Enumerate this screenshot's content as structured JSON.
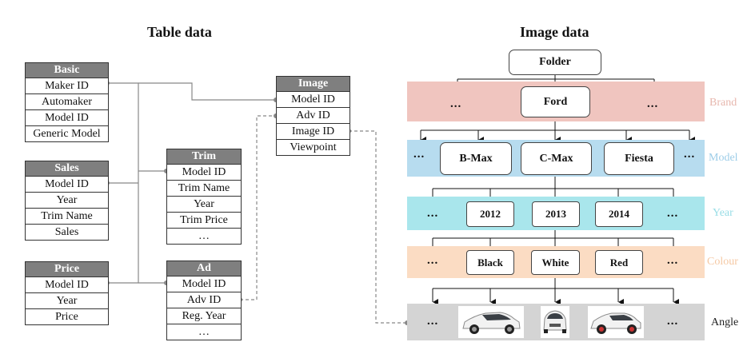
{
  "titles": {
    "table": "Table data",
    "image": "Image data"
  },
  "tables": {
    "basic": {
      "header": "Basic",
      "rows": [
        "Maker ID",
        "Automaker",
        "Model ID",
        "Generic Model"
      ]
    },
    "sales": {
      "header": "Sales",
      "rows": [
        "Model ID",
        "Year",
        "Trim Name",
        "Sales"
      ]
    },
    "price": {
      "header": "Price",
      "rows": [
        "Model ID",
        "Year",
        "Price"
      ]
    },
    "trim": {
      "header": "Trim",
      "rows": [
        "Model ID",
        "Trim Name",
        "Year",
        "Trim Price",
        "…"
      ]
    },
    "ad": {
      "header": "Ad",
      "rows": [
        "Model ID",
        "Adv ID",
        "Reg. Year",
        "…"
      ]
    },
    "image": {
      "header": "Image",
      "rows": [
        "Model ID",
        "Adv ID",
        "Image ID",
        "Viewpoint"
      ]
    }
  },
  "tree": {
    "root": "Folder",
    "ellipsis": "...",
    "brand": {
      "label": "Brand",
      "node": "Ford",
      "color": "#f0c5bf",
      "label_color": "#e7b7ae"
    },
    "model": {
      "label": "Model",
      "nodes": [
        "B-Max",
        "C-Max",
        "Fiesta"
      ],
      "color": "#b7dcef",
      "label_color": "#9dcde8"
    },
    "year": {
      "label": "Year",
      "nodes": [
        "2012",
        "2013",
        "2014"
      ],
      "color": "#a9e6ec",
      "label_color": "#98dde6"
    },
    "colour": {
      "label": "Colour",
      "nodes": [
        "Black",
        "White",
        "Red"
      ],
      "color": "#fbdcc3",
      "label_color": "#f5c8a3"
    },
    "angle": {
      "label": "Angle",
      "color": "#d4d4d4",
      "label_color": "#222222"
    }
  }
}
